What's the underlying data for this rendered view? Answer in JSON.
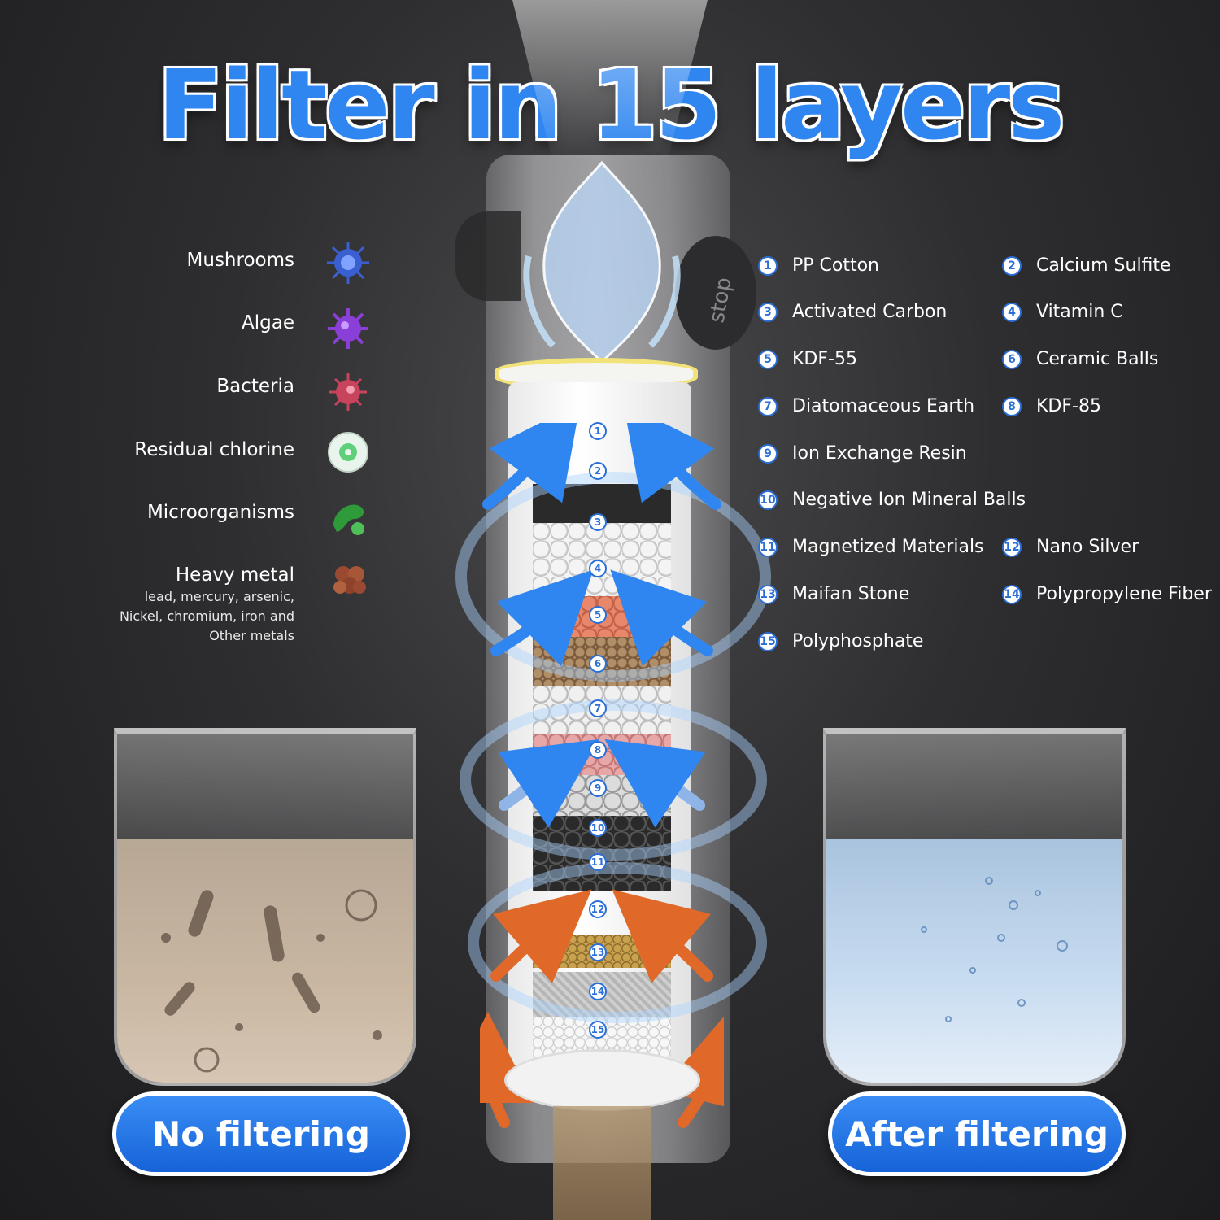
{
  "title": "Filter in 15 layers",
  "contaminants": [
    {
      "label": "Mushrooms",
      "color": "#3a5fd0"
    },
    {
      "label": "Algae",
      "color": "#8a3fd8"
    },
    {
      "label": "Bacteria",
      "color": "#c8435c"
    },
    {
      "label": "Residual chlorine",
      "color": "#5fcf7a"
    },
    {
      "label": "Microorganisms",
      "color": "#2f9a3a"
    },
    {
      "label": "Heavy metal",
      "color": "#9a4a30"
    }
  ],
  "heavy_metal_detail": [
    "lead, mercury, arsenic,",
    "Nickel, chromium, iron and",
    "Other metals"
  ],
  "layers": [
    {
      "num": "1",
      "label": "PP Cotton"
    },
    {
      "num": "2",
      "label": "Calcium Sulfite"
    },
    {
      "num": "3",
      "label": "Activated Carbon"
    },
    {
      "num": "4",
      "label": "Vitamin C"
    },
    {
      "num": "5",
      "label": "KDF-55"
    },
    {
      "num": "6",
      "label": "Ceramic Balls"
    },
    {
      "num": "7",
      "label": "Diatomaceous Earth"
    },
    {
      "num": "8",
      "label": "KDF-85"
    },
    {
      "num": "9",
      "label": "Ion Exchange Resin"
    },
    {
      "num": "10",
      "label": "Negative Ion Mineral Balls"
    },
    {
      "num": "11",
      "label": "Magnetized Materials"
    },
    {
      "num": "12",
      "label": "Nano Silver"
    },
    {
      "num": "13",
      "label": "Maifan Stone"
    },
    {
      "num": "14",
      "label": "Polypropylene Fiber"
    },
    {
      "num": "15",
      "label": "Polyphosphate"
    }
  ],
  "housing_text": "stop",
  "buttons": {
    "before": "No filtering",
    "after": "After filtering"
  }
}
